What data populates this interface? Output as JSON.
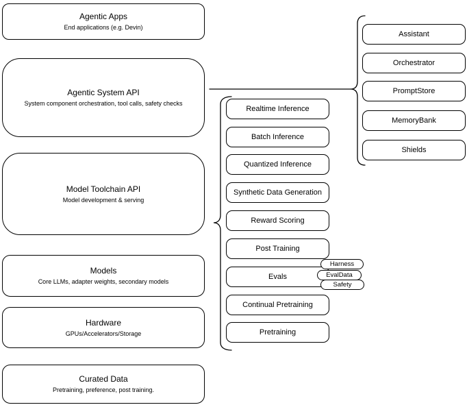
{
  "left_stack": [
    {
      "title": "Agentic Apps",
      "subtitle": "End applications (e.g. Devin)"
    },
    {
      "title": "Agentic System API",
      "subtitle": "System component orchestration, tool calls, safety checks"
    },
    {
      "title": "Model Toolchain API",
      "subtitle": "Model development & serving"
    },
    {
      "title": "Models",
      "subtitle": "Core LLMs, adapter weights, secondary models"
    },
    {
      "title": "Hardware",
      "subtitle": "GPUs/Accelerators/Storage"
    },
    {
      "title": "Curated Data",
      "subtitle": "Pretraining, preference, post training."
    }
  ],
  "toolchain_items": [
    {
      "label": "Realtime Inference"
    },
    {
      "label": "Batch Inference"
    },
    {
      "label": "Quantized Inference"
    },
    {
      "label": "Synthetic Data Generation"
    },
    {
      "label": "Reward Scoring"
    },
    {
      "label": "Post Training"
    },
    {
      "label": "Evals"
    },
    {
      "label": "Continual Pretraining"
    },
    {
      "label": "Pretraining"
    }
  ],
  "system_components": [
    {
      "label": "Assistant"
    },
    {
      "label": "Orchestrator"
    },
    {
      "label": "PromptStore"
    },
    {
      "label": "MemoryBank"
    },
    {
      "label": "Shields"
    }
  ],
  "eval_tags": [
    {
      "label": "Harness"
    },
    {
      "label": "EvalData"
    },
    {
      "label": "Safety"
    }
  ],
  "colors": {
    "stroke": "#000000",
    "fill": "#ffffff",
    "text": "#000000"
  }
}
